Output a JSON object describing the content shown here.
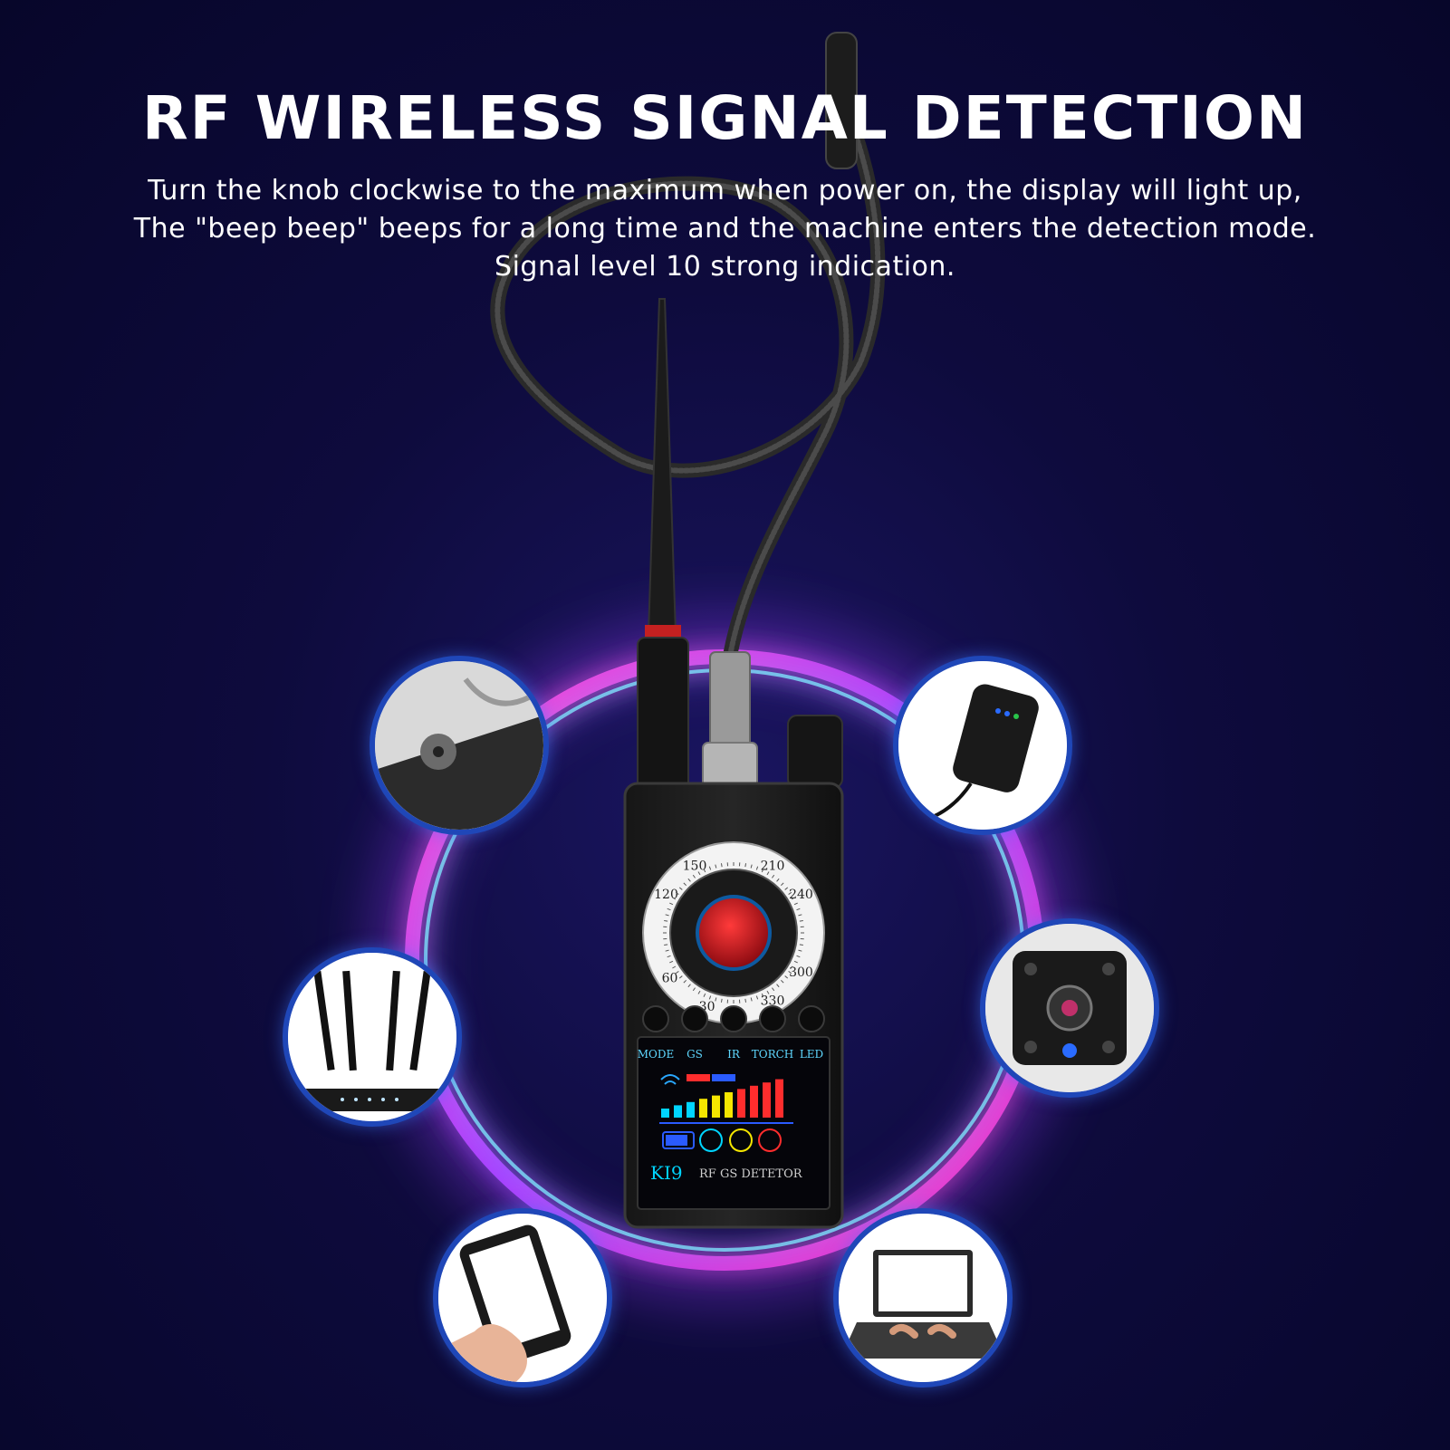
{
  "headline": "RF WIRELESS SIGNAL DETECTION",
  "description": [
    "Turn the knob clockwise to the maximum when power on, the display will light up,",
    "The \"beep beep\" beeps for a long time and the machine enters the detection mode.",
    "Signal level 10 strong indication."
  ],
  "device": {
    "dial_numbers": [
      "30",
      "60",
      "120",
      "150",
      "210",
      "240",
      "300",
      "330"
    ],
    "button_labels": [
      "MODE",
      "GS",
      "IR",
      "TORCH",
      "LED"
    ],
    "model": "KI9",
    "brand_text": "RF GS DETETOR",
    "signal_level": 10,
    "bar_colors": [
      "#00d5ff",
      "#00d5ff",
      "#00d5ff",
      "#f5e600",
      "#f5e600",
      "#f5e600",
      "#ff2d2d",
      "#ff2d2d",
      "#ff2d2d",
      "#ff2d2d"
    ]
  },
  "colors": {
    "ring_glow": "#b34dff",
    "ring_inner": "#5fd8ff",
    "thumb_border": "#1f47b8",
    "lens": "#c4121e"
  },
  "thumbnails": [
    "button-camera",
    "gps-tracker",
    "wifi-router",
    "mini-camera",
    "smartphone",
    "laptop"
  ]
}
